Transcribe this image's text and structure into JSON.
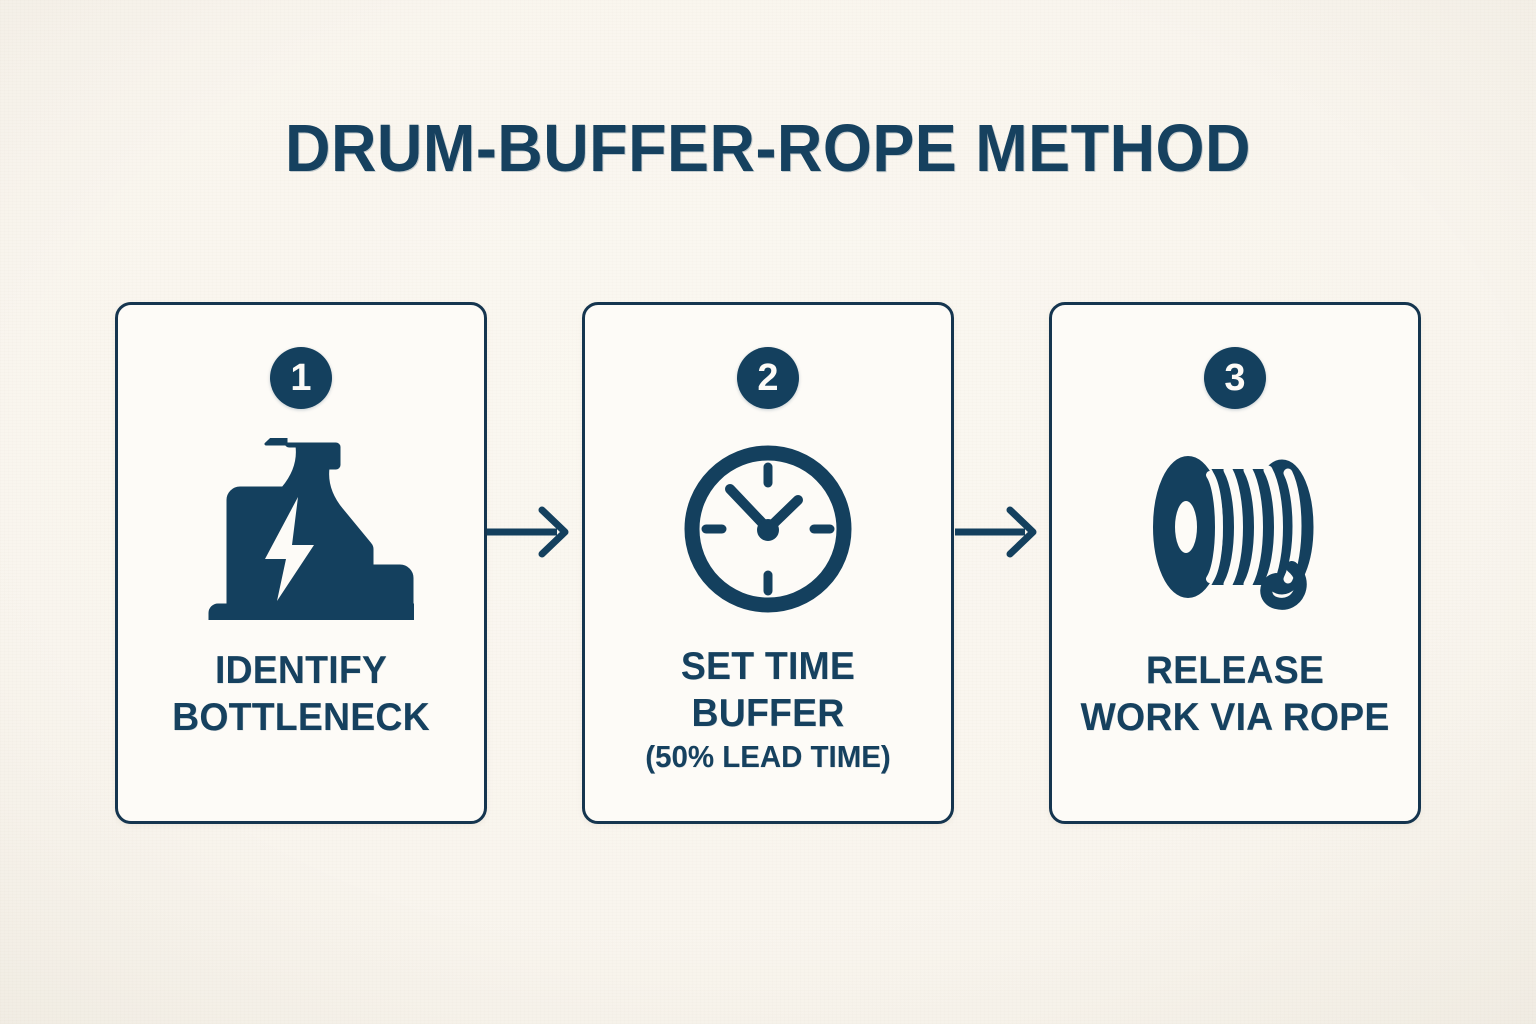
{
  "title": "DRUM-BUFFER-ROPE METHOD",
  "colors": {
    "ink": "#16415f",
    "border": "#15354f",
    "badge": "#14405e",
    "page_background": "#faf6ef",
    "card_background": "#fdfbf7"
  },
  "steps": [
    {
      "number": "1",
      "icon": "machine-bolt-icon",
      "label_line1": "IDENTIFY",
      "label_line2": "BOTTLENECK",
      "sublabel": ""
    },
    {
      "number": "2",
      "icon": "clock-icon",
      "label_line1": "SET TIME",
      "label_line2": "BUFFER",
      "sublabel": "(50% LEAD TIME)"
    },
    {
      "number": "3",
      "icon": "rope-spool-icon",
      "label_line1": "RELEASE",
      "label_line2": "WORK VIA ROPE",
      "sublabel": ""
    }
  ],
  "connectors": [
    {
      "name": "arrow-step1-to-step2",
      "direction": "right"
    },
    {
      "name": "arrow-step2-to-step3",
      "direction": "right"
    }
  ]
}
